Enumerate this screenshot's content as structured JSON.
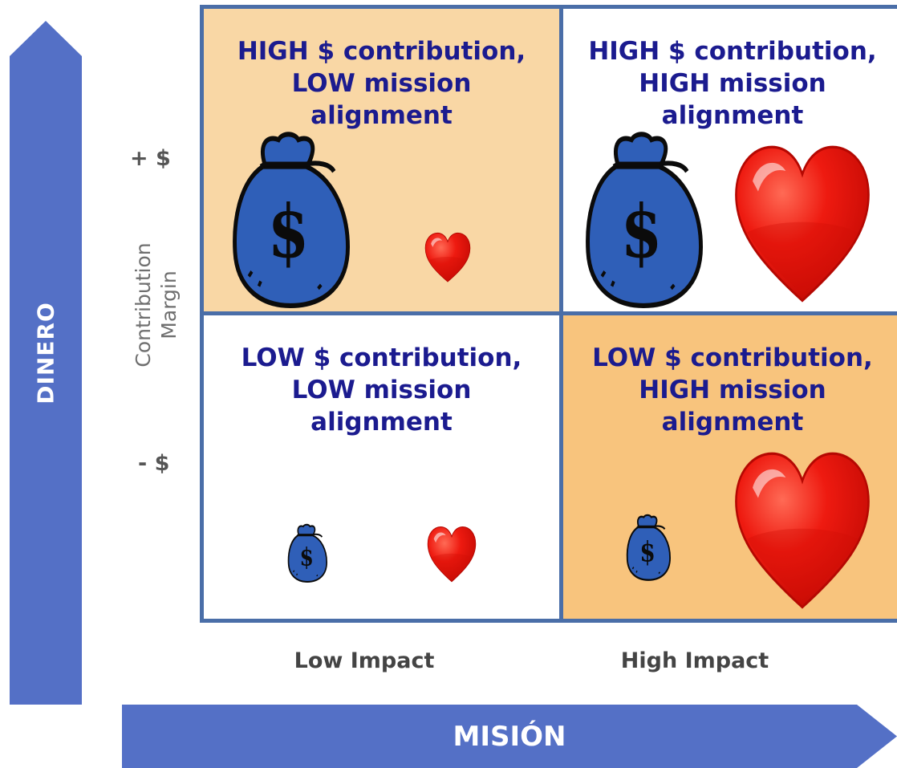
{
  "arrows": {
    "vertical_label": "DINERO",
    "horizontal_label": "MISIÓN",
    "color": "#5470c6"
  },
  "y_axis": {
    "name_line1": "Contribution",
    "name_line2": "Margin",
    "tick_top": "+ $",
    "tick_bottom": "- $"
  },
  "x_axis": {
    "tick_left": "Low Impact",
    "tick_right": "High Impact"
  },
  "quadrants": {
    "top_left": {
      "line1": "HIGH $ contribution,",
      "line2": "LOW mission",
      "line3": "alignment",
      "bg": "#f9d7a5"
    },
    "top_right": {
      "line1": "HIGH $ contribution,",
      "line2": "HIGH mission",
      "line3": "alignment",
      "bg": "#ffffff"
    },
    "bottom_left": {
      "line1": "LOW $ contribution,",
      "line2": "LOW mission",
      "line3": "alignment",
      "bg": "#ffffff"
    },
    "bottom_right": {
      "line1": "LOW $ contribution,",
      "line2": "HIGH mission",
      "line3": "alignment",
      "bg": "#f8c47d"
    }
  },
  "icons": {
    "money": "money-bag-icon",
    "heart": "heart-icon",
    "money_symbol": "$"
  },
  "colors": {
    "text": "#1b1b8f",
    "border": "#4a6ea8",
    "bag": "#2f5fb8",
    "heart": "#e8130c"
  }
}
